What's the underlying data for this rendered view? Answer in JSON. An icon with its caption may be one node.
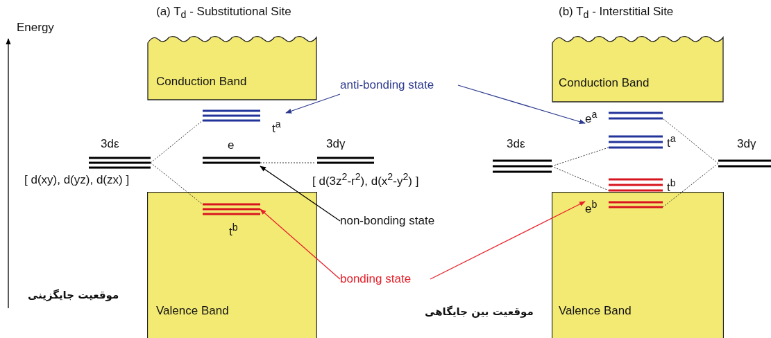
{
  "diagram": {
    "nodes": [
      {
        "text": [
          "Conduction Band"
        ]
      },
      {
        "text": [
          "Valence Band"
        ]
      },
      {
        "text": [
          "3dε"
        ],
        "beside": [
          "[ d(xy), d(yz), d(zx) ]"
        ]
      },
      {
        "text": [
          "t$^{a}$"
        ]
      },
      {
        "text": [
          "e"
        ]
      },
      {
        "text": [
          "3dγ"
        ],
        "beside": [
          "[ d(3z$^{2}$-r$^{2}$), d(x$^{2}$-y$^{2}$) ]"
        ]
      },
      {
        "text": [
          "t$^{b}$"
        ],
        "in": 1
      },
      {
        "text": [
          "anti-bonding state"
        ]
      },
      {
        "text": [
          "non-bonding state"
        ]
      },
      {
        "text": [
          "bonding state"
        ]
      },
      {
        "text": [
          "Conduction Band"
        ]
      },
      {
        "text": [
          "Valence Band"
        ]
      },
      {
        "text": [
          "3dε"
        ]
      },
      {
        "text": [
          "e$^{a}$"
        ]
      },
      {
        "text": [
          "t$^{a}$"
        ]
      },
      {
        "text": [
          "t$^{b}$"
        ]
      },
      {
        "text": [
          "e$^{b}$"
        ],
        "in": 11
      },
      {
        "text": [
          "3dγ"
        ]
      }
    ],
    "edges": [
      {
        "from": 2,
        "to": 3,
        "arrow": "none",
        "style": "dashed"
      },
      {
        "from": 2,
        "to": 6,
        "arrow": "none",
        "style": "dashed"
      },
      {
        "from": 4,
        "to": 5,
        "arrow": "none",
        "style": "dashed"
      },
      {
        "from": 12,
        "to": 14,
        "arrow": "none",
        "style": "dashed"
      },
      {
        "from": 12,
        "to": 15,
        "arrow": "none",
        "style": "dashed"
      },
      {
        "from": 17,
        "to": 13,
        "arrow": "none",
        "style": "dashed"
      },
      {
        "from": 17,
        "to": 16,
        "arrow": "none",
        "style": "dashed"
      },
      {
        "from": 7,
        "to": 3,
        "arrow": "to",
        "color": "#2c3a8e"
      },
      {
        "from": 7,
        "to": 13,
        "arrow": "to",
        "color": "#2c3a8e"
      },
      {
        "from": 8,
        "to": 4,
        "arrow": "to"
      },
      {
        "from": 9,
        "to": 6,
        "arrow": "to",
        "color": "#e8202a"
      },
      {
        "from": 9,
        "to": 16,
        "arrow": "to",
        "color": "#e8202a"
      }
    ],
    "labels": [
      "Energy",
      "(a) T$_{d}$ - Substitutional Site",
      "(b) T$_{d}$ - Interstitial Site",
      "موقعیت جایگزینی",
      "موقعیت بین جایگاهی"
    ]
  }
}
